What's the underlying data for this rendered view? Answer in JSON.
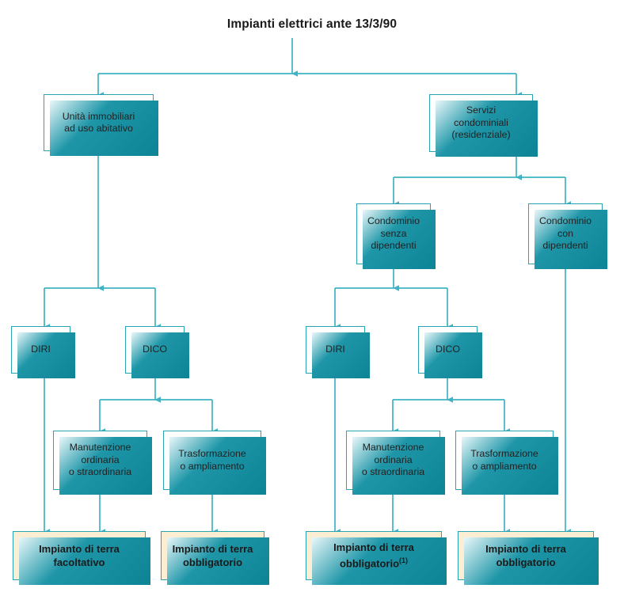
{
  "diagram": {
    "title": "Impianti elettrici ante 13/3/90",
    "colors": {
      "border": "#2aa3b5",
      "connector": "#3fb3c4",
      "shadow": "#0d8496",
      "terminal_fill": "#fbeed2",
      "node_fill": "#ffffff",
      "text": "#222222"
    },
    "nodes": {
      "unita": "Unità immobiliari\nad uso abitativo",
      "unita_l1": "Unità immobiliari",
      "unita_l2": "ad uso abitativo",
      "servizi_l1": "Servizi",
      "servizi_l2": "condominiali",
      "servizi_l3": "(residenziale)",
      "cond_senza_l1": "Condominio",
      "cond_senza_l2": "senza",
      "cond_senza_l3": "dipendenti",
      "cond_con_l1": "Condominio",
      "cond_con_l2": "con",
      "cond_con_l3": "dipendenti",
      "diri_left": "DIRI",
      "dico_left": "DICO",
      "diri_right": "DIRI",
      "dico_right": "DICO",
      "manut_left_l1": "Manutenzione",
      "manut_left_l2": "ordinaria",
      "manut_left_l3": "o straordinaria",
      "trasf_left_l1": "Trasformazione",
      "trasf_left_l2": "o ampliamento",
      "manut_right_l1": "Manutenzione",
      "manut_right_l2": "ordinaria",
      "manut_right_l3": "o straordinaria",
      "trasf_right_l1": "Trasformazione",
      "trasf_right_l2": "o ampliamento",
      "term1_l1": "Impianto di terra",
      "term1_l2": "facoltativo",
      "term2_l1": "Impianto di terra",
      "term2_l2": "obbligatorio",
      "term3_l1": "Impianto di terra",
      "term3_l2": "obbligatorio",
      "term3_note": "(1)",
      "term4_l1": "Impianto di terra",
      "term4_l2": "obbligatorio"
    }
  }
}
